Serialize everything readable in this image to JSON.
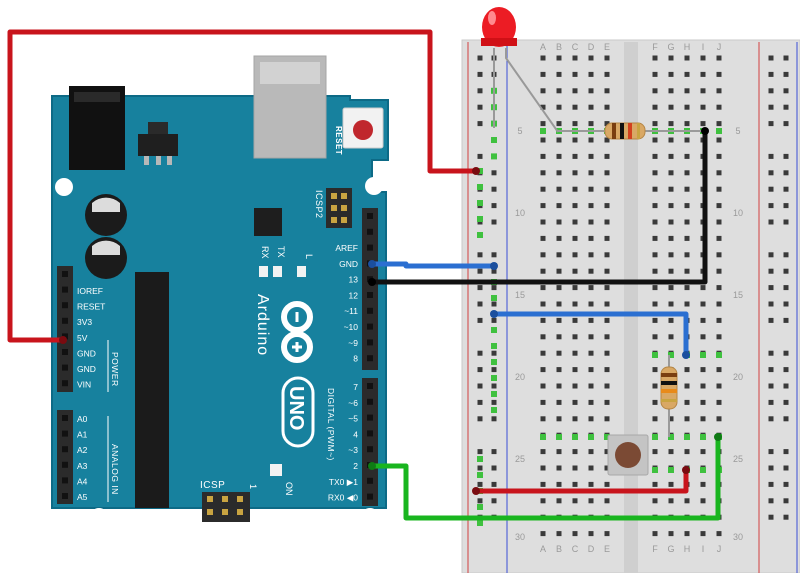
{
  "board": {
    "name": "Arduino",
    "model": "UNO",
    "reset_label": "RESET",
    "icsp2_label": "ICSP2",
    "icsp_label": "ICSP",
    "on_label": "ON",
    "tx_label": "TX",
    "rx_label": "RX",
    "l_label": "L",
    "digital_label": "DIGITAL (PWM~)",
    "power_label": "POWER",
    "analog_label": "ANALOG IN",
    "one_label": "1",
    "pin_labels_top": [
      "AREF",
      "GND",
      "13",
      "12",
      "~11",
      "~10",
      "~9",
      "8"
    ],
    "pin_labels_bottom": [
      "7",
      "~6",
      "~5",
      "4",
      "~3",
      "2",
      "TX0 ▶1",
      "RX0 ◀0"
    ],
    "power_pins": [
      "IOREF",
      "RESET",
      "3V3",
      "5V",
      "GND",
      "GND",
      "VIN"
    ],
    "analog_pins": [
      "A0",
      "A1",
      "A2",
      "A3",
      "A4",
      "A5"
    ],
    "colors": {
      "board": "#17819e",
      "board_edge": "#0d6a86",
      "silk": "#ffffff",
      "header": "#2b2b2b"
    }
  },
  "breadboard": {
    "columns": [
      "A",
      "B",
      "C",
      "D",
      "E",
      "F",
      "G",
      "H",
      "I",
      "J"
    ],
    "row_numbers": [
      "5",
      "10",
      "15",
      "20",
      "25",
      "30"
    ]
  },
  "wire_colors": {
    "red": "#c8141c",
    "black": "#111111",
    "blue": "#2b6fd1",
    "green": "#19b51f",
    "gray": "#8a8a8a"
  }
}
